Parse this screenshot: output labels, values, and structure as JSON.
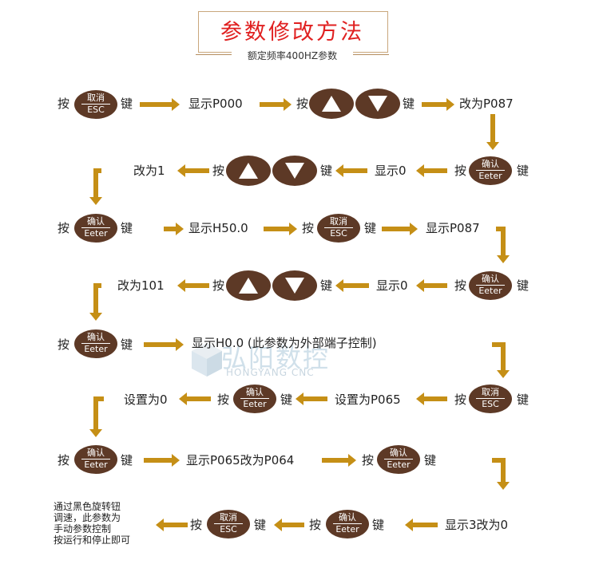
{
  "title": "参数修改方法",
  "subtitle": "额定频率400HZ参数",
  "watermark": {
    "brand": "弘阳数控",
    "sub": "HONGYANG CNC"
  },
  "keys": {
    "esc": {
      "top": "取消",
      "bottom": "ESC"
    },
    "enter": {
      "top": "确认",
      "bottom": "Eeter"
    }
  },
  "words": {
    "press": "按",
    "key": "键"
  },
  "steps": {
    "r1": {
      "show": "显示P000",
      "change": "改为P087"
    },
    "r2": {
      "change": "改为1",
      "show": "显示0"
    },
    "r3": {
      "show1": "显示H50.0",
      "show2": "显示P087"
    },
    "r4": {
      "change": "改为101",
      "show": "显示0"
    },
    "r5": {
      "show": "显示H0.0 (此参数为外部端子控制)"
    },
    "r6": {
      "set0": "设置为0",
      "set1": "设置为P065"
    },
    "r7": {
      "show": "显示P065改为P064"
    },
    "r8": {
      "show": "显示3改为0"
    }
  },
  "note": {
    "line1": "通过黑色旋转钮",
    "line2": "调速，此参数为",
    "line3": "手动参数控制",
    "line4": "按运行和停止即可"
  },
  "colors": {
    "arrow": "#c58f16",
    "key": "#5d3926",
    "title": "#e02020"
  }
}
